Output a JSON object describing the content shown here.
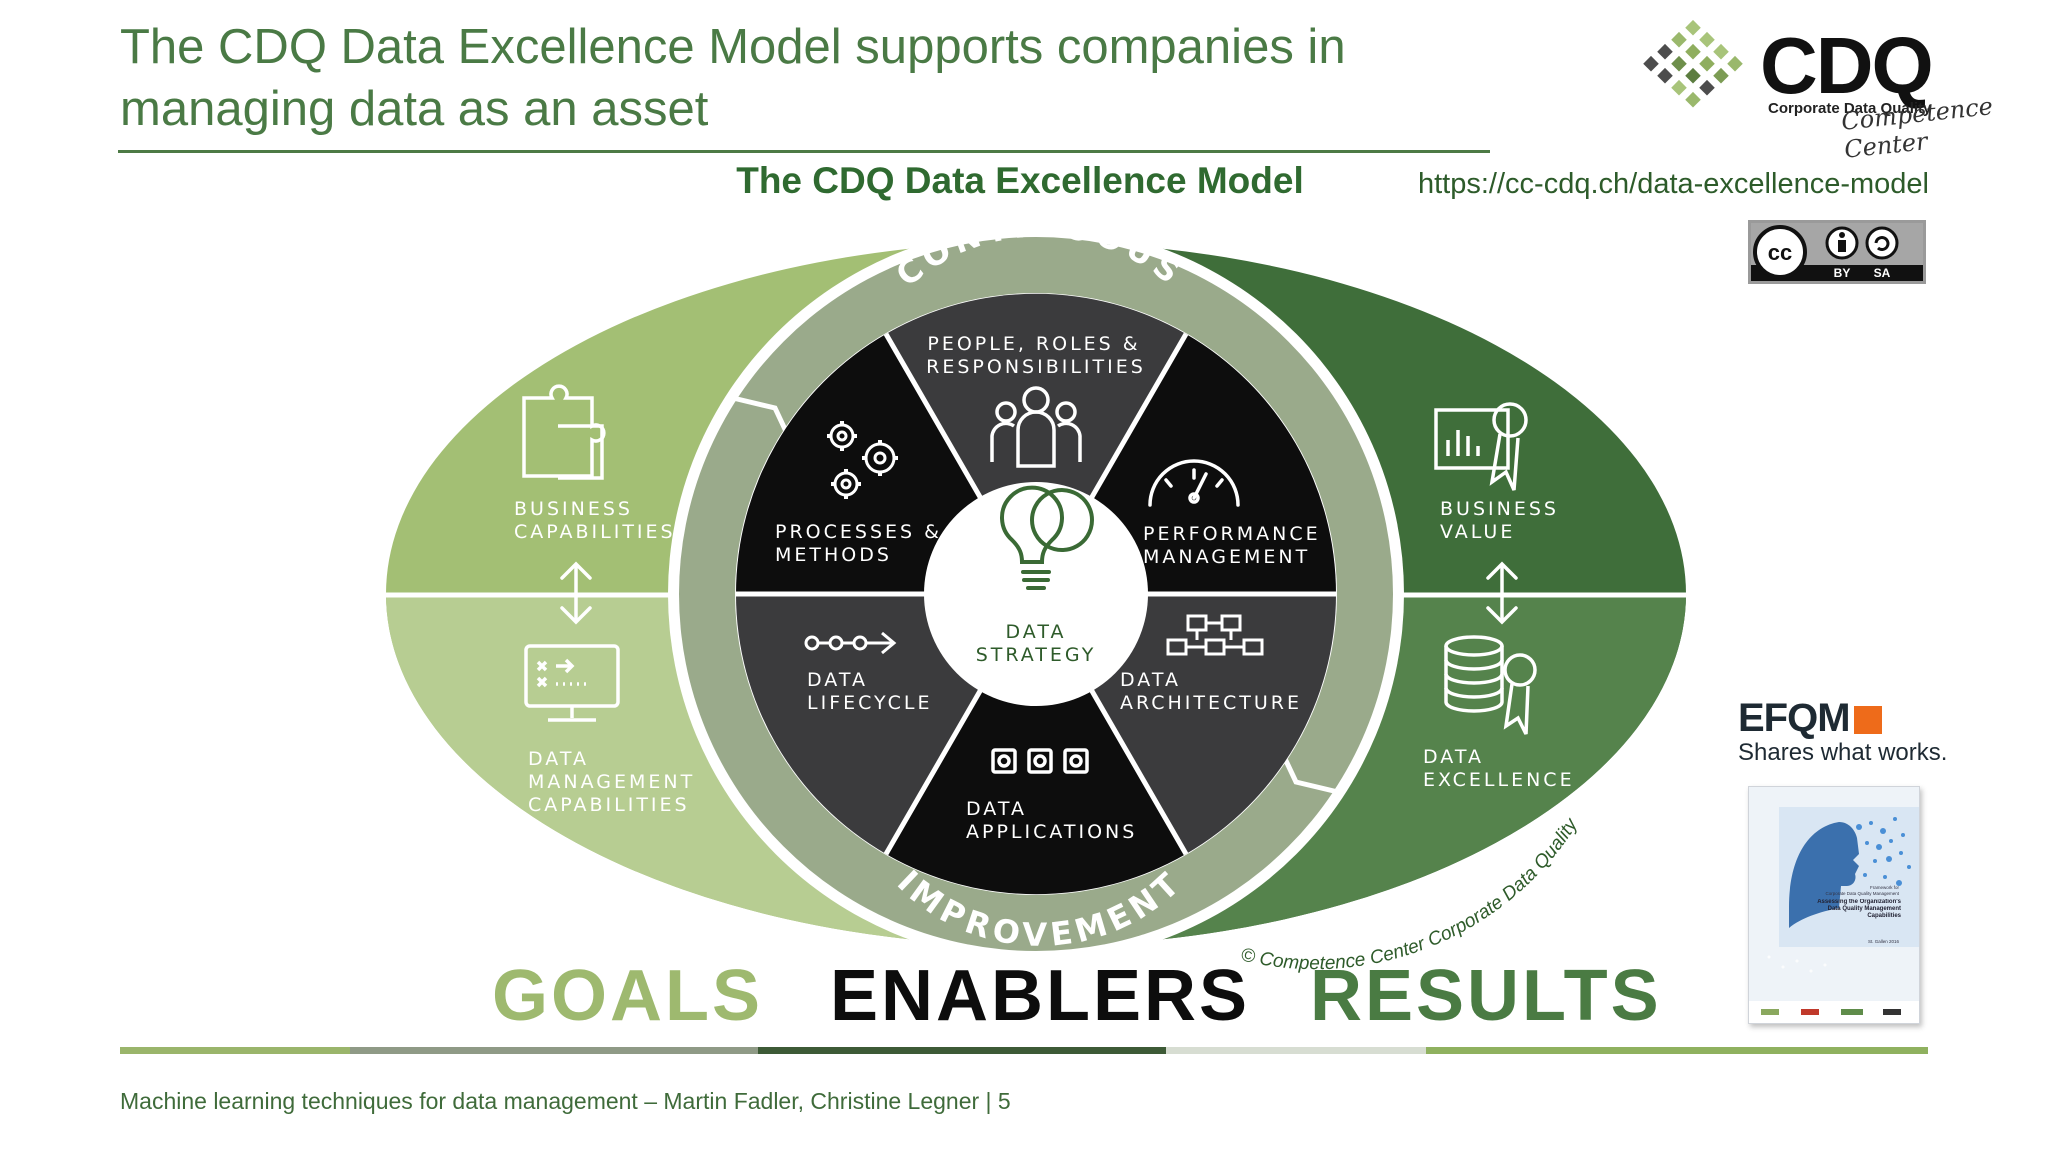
{
  "slide": {
    "title": "The CDQ Data Excellence Model supports companies in\nmanaging data as an asset",
    "model_heading": "The CDQ Data Excellence Model",
    "url": "https://cc-cdq.ch/data-excellence-model",
    "footer": "Machine learning techniques for data management – Martin Fadler, Christine Legner | 5"
  },
  "logo": {
    "name": "CDQ",
    "subtitle": "Corporate Data Quality",
    "script": "Competence Center"
  },
  "license": {
    "cc": "cc",
    "by": "BY",
    "sa": "SA"
  },
  "ring": {
    "top": "CONTINUOUS",
    "bottom": "IMPROVEMENT",
    "copyright": "© Competence Center Corporate Data Quality"
  },
  "goals": {
    "business_capabilities": [
      "BUSINESS",
      "CAPABILITIES"
    ],
    "data_management_capabilities": [
      "DATA",
      "MANAGEMENT",
      "CAPABILITIES"
    ]
  },
  "results": {
    "business_value": [
      "BUSINESS",
      "VALUE"
    ],
    "data_excellence": [
      "DATA",
      "EXCELLENCE"
    ]
  },
  "enablers": {
    "center": [
      "DATA",
      "STRATEGY"
    ],
    "people": [
      "PEOPLE, ROLES &",
      "RESPONSIBILITIES"
    ],
    "performance": [
      "PERFORMANCE",
      "MANAGEMENT"
    ],
    "architecture": [
      "DATA",
      "ARCHITECTURE"
    ],
    "applications": [
      "DATA",
      "APPLICATIONS"
    ],
    "lifecycle": [
      "DATA",
      "LIFECYCLE"
    ],
    "processes": [
      "PROCESSES &",
      "METHODS"
    ]
  },
  "pillars": {
    "goals": "GOALS",
    "enablers": "ENABLERS",
    "results": "RESULTS"
  },
  "efqm": {
    "name": "EFQM",
    "tagline": "Shares what works."
  },
  "report_cover": {
    "line1": "Framework for",
    "line2": "Corporate Data Quality Management",
    "title": "Assessing the Organization's Data Quality Management Capabilities",
    "place": "St. Gallen 2016"
  },
  "colors": {
    "accent_green": "#4a7a45",
    "goals_light": "#b6cd8f",
    "goals_mid": "#a3bf74",
    "results_dark": "#3f6e3a",
    "results_mid": "#55834c",
    "ring_gray": "#98a889",
    "segment_black": "#0d0d0d",
    "segment_gray": "#3b3b3d"
  }
}
